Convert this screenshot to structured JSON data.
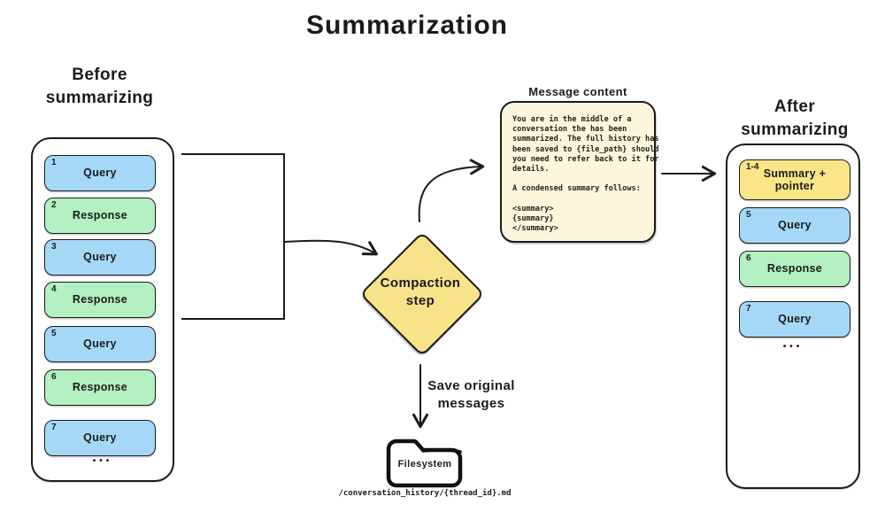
{
  "title": "Summarization",
  "colors": {
    "query_blue": "#a5d8f7",
    "response_green": "#b4f0c1",
    "summary_yellow": "#fae588",
    "diamond_yellow": "#f8e28a",
    "message_cream": "#fcf6dc",
    "ink": "#1b1b1b"
  },
  "before": {
    "heading": "Before\nsummarizing",
    "items": [
      {
        "num": "1",
        "label": "Query",
        "type": "query"
      },
      {
        "num": "2",
        "label": "Response",
        "type": "response"
      },
      {
        "num": "3",
        "label": "Query",
        "type": "query"
      },
      {
        "num": "4",
        "label": "Response",
        "type": "response"
      },
      {
        "num": "5",
        "label": "Query",
        "type": "query"
      },
      {
        "num": "6",
        "label": "Response",
        "type": "response"
      },
      {
        "num": "7",
        "label": "Query",
        "type": "query"
      }
    ],
    "ellipsis": "•••"
  },
  "after": {
    "heading": "After\nsummarizing",
    "items": [
      {
        "num": "1-4",
        "label": "Summary +\npointer",
        "type": "summary"
      },
      {
        "num": "5",
        "label": "Query",
        "type": "query"
      },
      {
        "num": "6",
        "label": "Response",
        "type": "response"
      },
      {
        "num": "7",
        "label": "Query",
        "type": "query"
      }
    ],
    "ellipsis": "•••"
  },
  "compaction": {
    "label": "Compaction\nstep"
  },
  "message": {
    "label": "Message content",
    "body": "You are in the middle of a\nconversation the has been\nsummarized. The full history has\nbeen saved to {file_path} should\nyou need to refer back to it for\ndetails.\n\nA condensed summary follows:\n\n<summary>\n{summary}\n</summary>"
  },
  "save": {
    "label": "Save original\nmessages"
  },
  "filesystem": {
    "icon": "folder-icon",
    "label": "Filesystem",
    "path": "/conversation_history/{thread_id}.md"
  }
}
